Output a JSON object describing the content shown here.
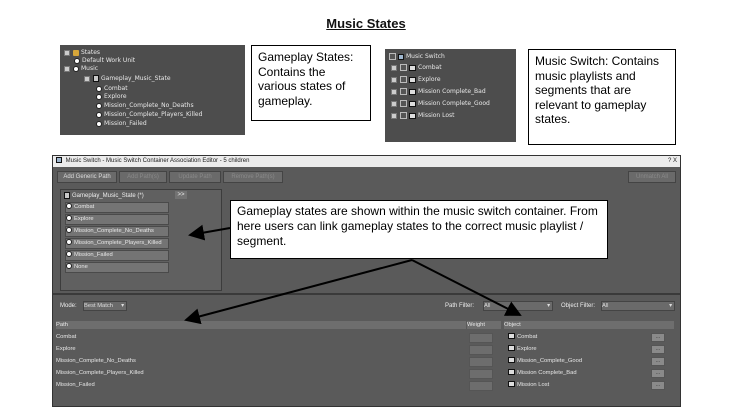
{
  "title": "Music States",
  "tree_states": {
    "items": [
      {
        "label": "States"
      },
      {
        "label": "Default Work Unit"
      },
      {
        "label": "Music"
      },
      {
        "label": "Gameplay_Music_State"
      },
      {
        "label": "Combat"
      },
      {
        "label": "Explore"
      },
      {
        "label": "Mission_Complete_No_Deaths"
      },
      {
        "label": "Mission_Complete_Players_Killed"
      },
      {
        "label": "Mission_Failed"
      }
    ]
  },
  "callout_states": "Gameplay States: Contains the various states of gameplay.",
  "tree_switch": {
    "items": [
      {
        "label": "Music Switch"
      },
      {
        "label": "Combat"
      },
      {
        "label": "Explore"
      },
      {
        "label": "Mission Complete_Bad"
      },
      {
        "label": "Mission Complete_Good"
      },
      {
        "label": "Mission Lost"
      }
    ]
  },
  "callout_switch": "Music Switch: Contains music playlists and segments that are relevant to gameplay states.",
  "editor": {
    "title": "Music Switch - Music Switch Container Association Editor - 5 children",
    "close": "? X",
    "toolbar": {
      "add": "Add Generic Path",
      "b2": "Add Path(s)",
      "b3": "Update Path",
      "b4": "Remove Path(s)",
      "b5": "Unmatch All"
    },
    "group_header": "Gameplay_Music_State (*)",
    "expand": ">>",
    "group_items": [
      "Combat",
      "Explore",
      "Mission_Complete_No_Deaths",
      "Mission_Complete_Players_Killed",
      "Mission_Failed",
      "None"
    ],
    "mode_label": "Mode:",
    "mode_value": "Best Match",
    "path_filter_label": "Path Filter:",
    "path_filter_value": "All",
    "object_filter_label": "Object Filter:",
    "object_filter_value": "All",
    "col_path": "Path",
    "col_weight": "Weight",
    "col_object": "Object",
    "paths": [
      "Combat",
      "Explore",
      "Mission_Complete_No_Deaths",
      "Mission_Complete_Players_Killed",
      "Mission_Failed"
    ],
    "objects": [
      "Combat",
      "Explore",
      "Mission_Complete_Good",
      "Mission Complete_Bad",
      "Mission Lost"
    ],
    "more": "..."
  },
  "callout_editor": "Gameplay states are shown within the music switch container. From here users can link gameplay states to the correct music playlist / segment."
}
